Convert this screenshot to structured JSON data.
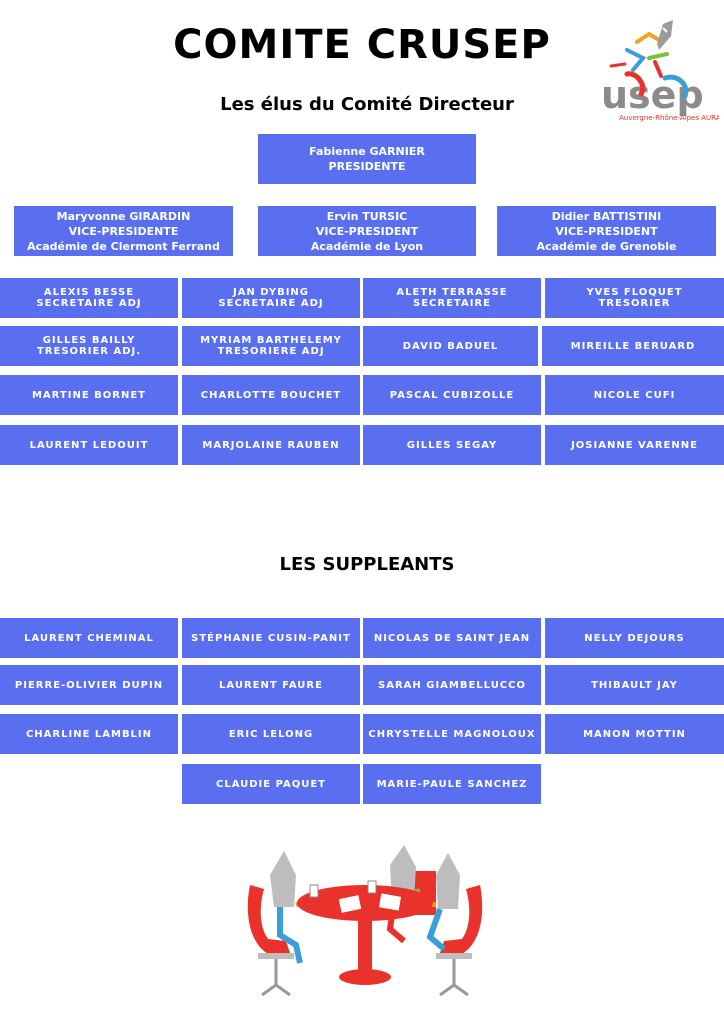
{
  "header": {
    "title": "COMITE CRUSEP",
    "subtitle": "Les élus du Comité Directeur"
  },
  "logo": {
    "wordmark": "usep",
    "caption": "Auvergne-Rhône-Alpes AURA",
    "colors": [
      "#e8322b",
      "#f2a31b",
      "#3a9fd9",
      "#7fbf3f",
      "#8b8b8b"
    ]
  },
  "president": {
    "name": "Fabienne GARNIER",
    "role": "PRESIDENTE"
  },
  "vice_presidents": [
    {
      "name": "Maryvonne GIRARDIN",
      "role": "VICE-PRESIDENTE",
      "academy": "Académie de Clermont Ferrand"
    },
    {
      "name": "Ervin TURSIC",
      "role": "VICE-PRESIDENT",
      "academy": "Académie de Lyon"
    },
    {
      "name": "Didier BATTISTINI",
      "role": "VICE-PRESIDENT",
      "academy": "Académie de Grenoble"
    }
  ],
  "members": [
    {
      "name": "ALEXIS BESSE",
      "role": "SECRETAIRE ADJ"
    },
    {
      "name": "JAN DYBING",
      "role": "SECRETAIRE ADJ"
    },
    {
      "name": "ALETH TERRASSE",
      "role": "SECRETAIRE"
    },
    {
      "name": "YVES FLOQUET",
      "role": "TRESORIER"
    },
    {
      "name": "GILLES BAILLY",
      "role": "TRESORIER ADJ."
    },
    {
      "name": "MYRIAM BARTHELEMY",
      "role": "TRESORIERE ADJ"
    },
    {
      "name": "DAVID BADUEL",
      "role": ""
    },
    {
      "name": "MIREILLE BERUARD",
      "role": ""
    },
    {
      "name": "MARTINE BORNET",
      "role": ""
    },
    {
      "name": "CHARLOTTE BOUCHET",
      "role": ""
    },
    {
      "name": "PASCAL CUBIZOLLE",
      "role": ""
    },
    {
      "name": "NICOLE CUFI",
      "role": ""
    },
    {
      "name": "LAURENT LEDOUIT",
      "role": ""
    },
    {
      "name": "MARJOLAINE RAUBEN",
      "role": ""
    },
    {
      "name": "GILLES SEGAY",
      "role": ""
    },
    {
      "name": "JOSIANNE VARENNE",
      "role": ""
    }
  ],
  "substitutes_title": "LES SUPPLEANTS",
  "substitutes": [
    "LAURENT CHEMINAL",
    "STÉPHANIE CUSIN-PANIT",
    "NICOLAS DE SAINT JEAN",
    "NELLY DEJOURS",
    "PIERRE-OLIVIER DUPIN",
    "LAURENT FAURE",
    "SARAH GIAMBELLUCCO",
    "THIBAULT JAY",
    "CHARLINE LAMBLIN",
    "ERIC LELONG",
    "CHRYSTELLE MAGNOLOUX",
    "MANON MOTTIN",
    "CLAUDIE PAQUET",
    "MARIE-PAULE SANCHEZ"
  ]
}
